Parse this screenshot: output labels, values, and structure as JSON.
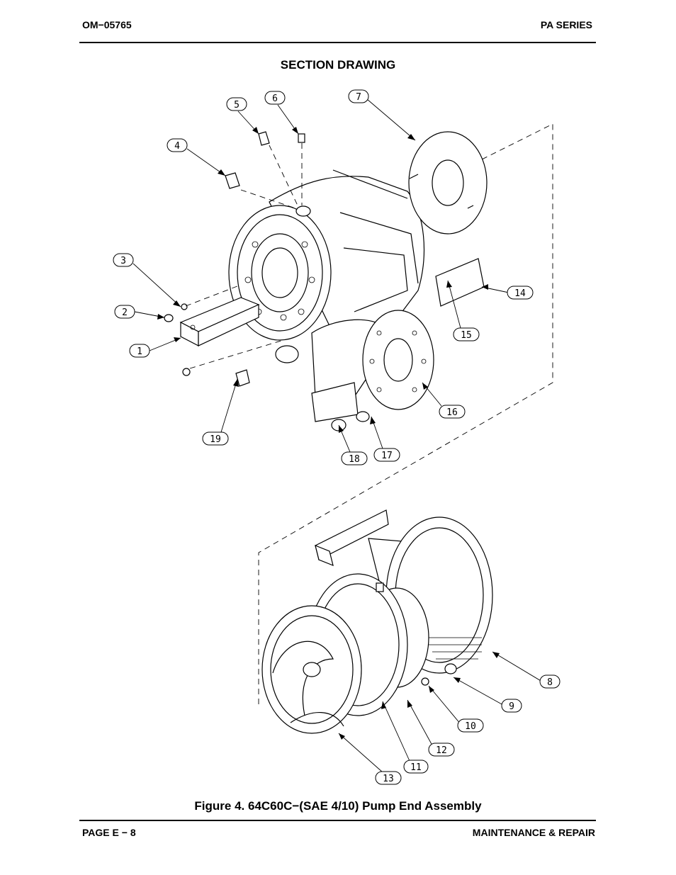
{
  "header": {
    "doc_number": "OM−05765",
    "series": "PA SERIES"
  },
  "section_title": "SECTION DRAWING",
  "figure_caption": "Figure 4. 64C60C−(SAE 4/10) Pump End Assembly",
  "footer": {
    "page": "PAGE E − 8",
    "section": "MAINTENANCE & REPAIR"
  },
  "callouts": {
    "c1": "1",
    "c2": "2",
    "c3": "3",
    "c4": "4",
    "c5": "5",
    "c6": "6",
    "c7": "7",
    "c8": "8",
    "c9": "9",
    "c10": "10",
    "c11": "11",
    "c12": "12",
    "c13": "13",
    "c14": "14",
    "c15": "15",
    "c16": "16",
    "c17": "17",
    "c18": "18",
    "c19": "19"
  }
}
